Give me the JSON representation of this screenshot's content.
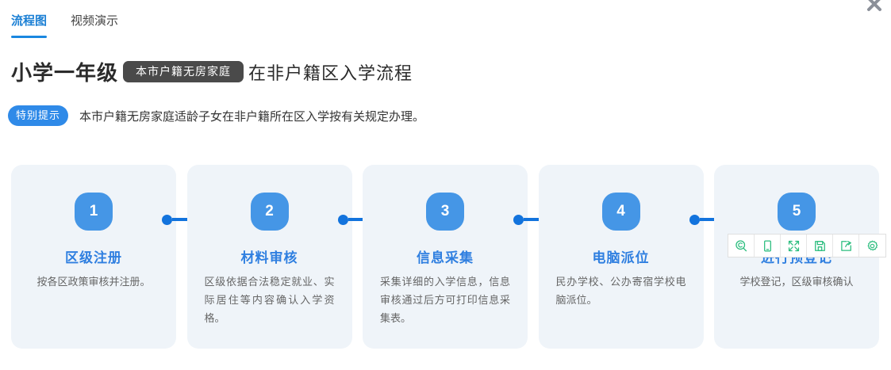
{
  "window": {
    "close_label": "×",
    "close_icon": "close-icon"
  },
  "tabs": [
    {
      "label": "流程图",
      "active": true
    },
    {
      "label": "视频演示",
      "active": false
    }
  ],
  "header": {
    "title_main": "小学一年级",
    "title_tag": "本市户籍无房家庭",
    "title_rest": "在非户籍区入学流程",
    "notice_badge": "特别提示",
    "notice_text": "本市户籍无房家庭适龄子女在非户籍所在区入学按有关规定办理。"
  },
  "flow": {
    "steps": [
      {
        "number": "1",
        "title": "区级注册",
        "desc": "按各区政策审核并注册。",
        "align": "center"
      },
      {
        "number": "2",
        "title": "材料审核",
        "desc": "区级依据合法稳定就业、实际居住等内容确认入学资格。",
        "align": "justify"
      },
      {
        "number": "3",
        "title": "信息采集",
        "desc": "采集详细的入学信息，信息审核通过后方可打印信息采集表。",
        "align": "justify"
      },
      {
        "number": "4",
        "title": "电脑派位",
        "desc": "民办学校、公办寄宿学校电脑派位。",
        "align": "justify"
      },
      {
        "number": "5",
        "title": "进行预登记",
        "desc": "学校登记，区级审核确认",
        "align": "center"
      }
    ]
  },
  "toolbar": {
    "buttons": [
      {
        "name": "zoom-search-icon",
        "title": "查找"
      },
      {
        "name": "mobile-device-icon",
        "title": "移动端"
      },
      {
        "name": "fullscreen-expand-icon",
        "title": "全屏"
      },
      {
        "name": "save-floppy-icon",
        "title": "保存"
      },
      {
        "name": "share-export-icon",
        "title": "分享"
      },
      {
        "name": "gear-settings-icon",
        "title": "设置"
      }
    ]
  },
  "colors": {
    "tab_active": "#1a7fd4",
    "accent_blue": "#1273dd",
    "badge_blue": "#4596e6",
    "card_bg": "#eff4f9",
    "tag_dark": "#4a4a4a",
    "notice_blue": "#2f8ae8",
    "toolbar_icon_green": "#2bbd7e"
  }
}
